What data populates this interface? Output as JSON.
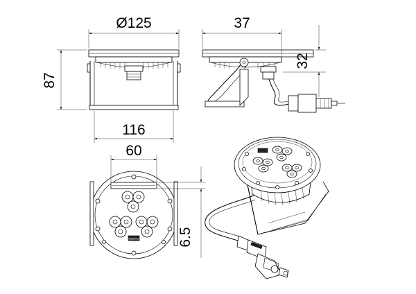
{
  "dimensions": {
    "diameter": "Ø125",
    "depth": "37",
    "height": "87",
    "plate": "32",
    "bracket_width": "116",
    "mount_spacing": "60",
    "offset": "6.5"
  },
  "logo_text": "Agabekov",
  "colors": {
    "line": "#000000",
    "background": "#ffffff"
  }
}
